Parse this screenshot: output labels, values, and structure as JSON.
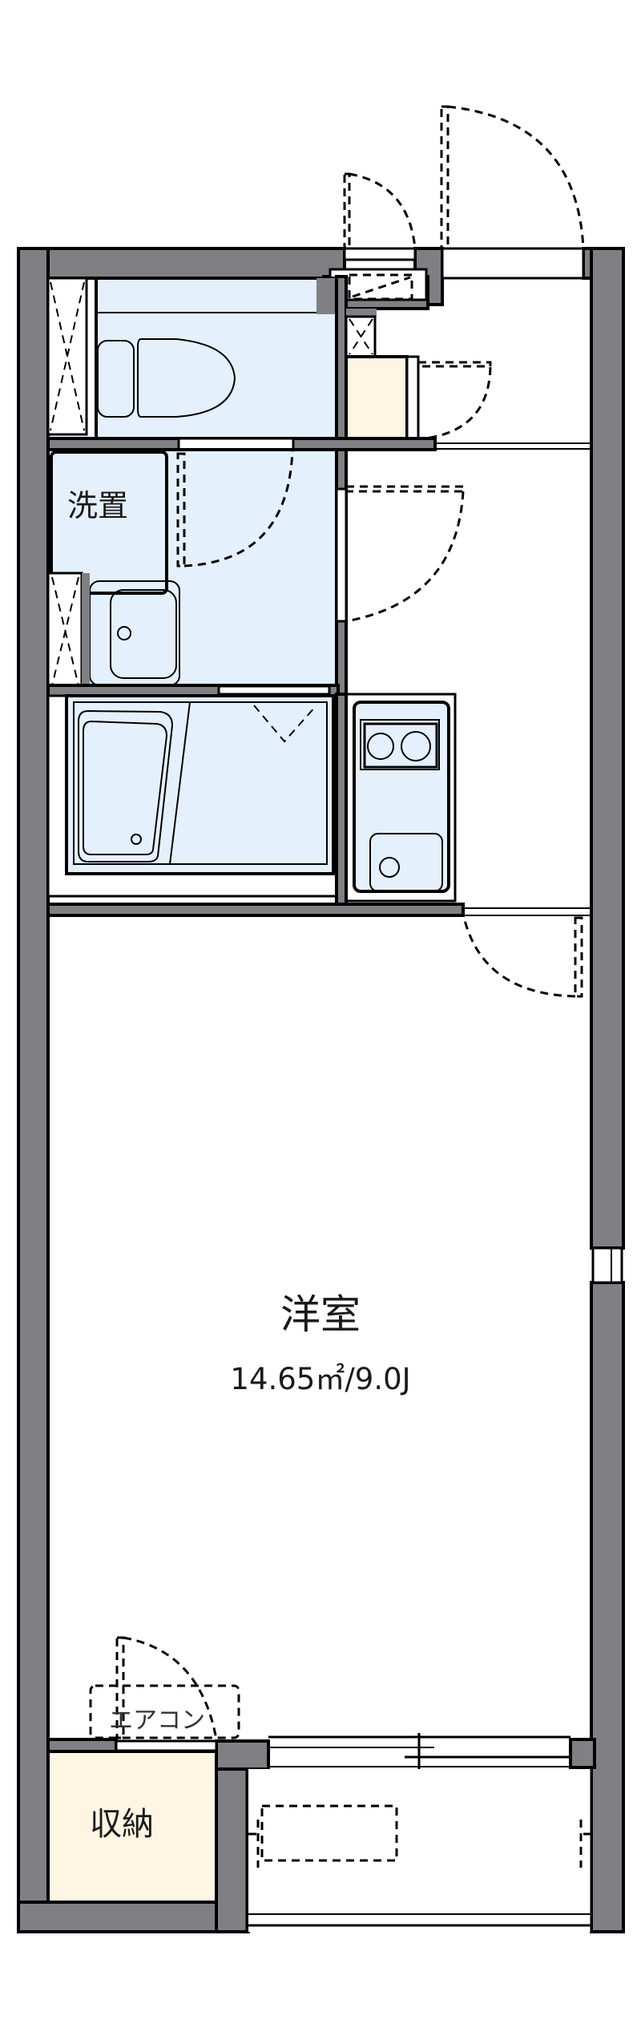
{
  "floorplan": {
    "rooms": [
      {
        "id": "western-room",
        "name": "洋室",
        "area": "14.65㎡/9.0J"
      },
      {
        "id": "washing-machine-space",
        "name": "洗置"
      },
      {
        "id": "storage",
        "name": "収納"
      }
    ],
    "fixtures": {
      "air_conditioner": "エアコン"
    },
    "colors": {
      "wall": "#807f84",
      "wet_area": "#e5f0fd",
      "storage": "#fff5e3",
      "line": "#000000"
    }
  }
}
